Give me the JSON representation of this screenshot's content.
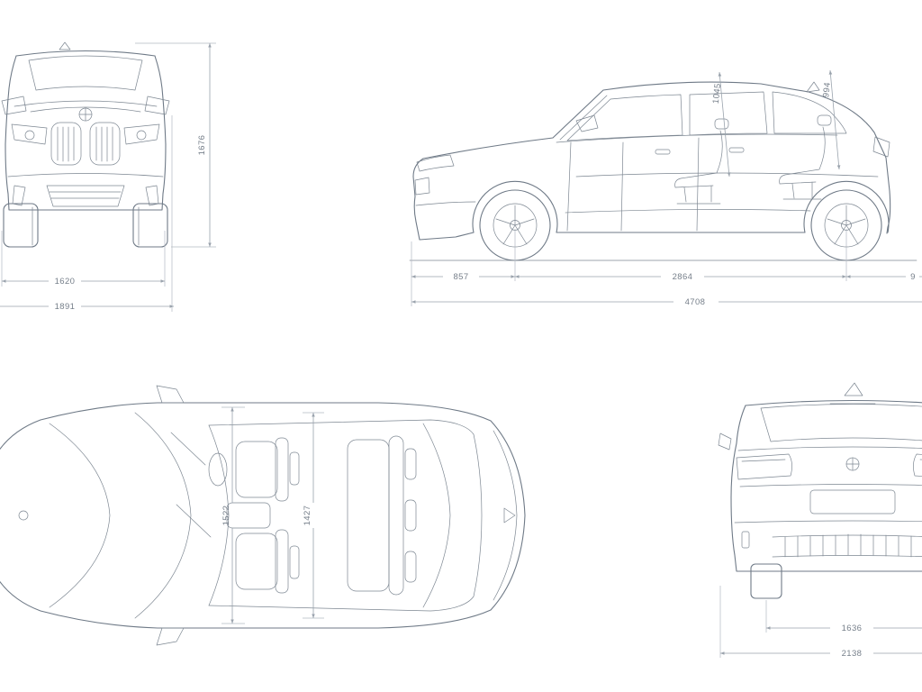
{
  "colors": {
    "background": "#ffffff",
    "body_line": "#6f7a87",
    "dimension_line": "#9aa3ad",
    "label_text": "#767f8a"
  },
  "views": {
    "front": {
      "height": "1676",
      "track_width": "1620",
      "overall_width": "1891"
    },
    "side": {
      "front_overhang": "857",
      "wheelbase": "2864",
      "overall_length": "4708",
      "front_headroom": "1045",
      "rear_headroom": "994",
      "rear_overhang_partial": "9"
    },
    "top": {
      "front_interior_width": "1522",
      "rear_interior_width": "1427"
    },
    "rear": {
      "rear_track": "1636",
      "overall_width_incl_mirrors": "2138"
    }
  }
}
